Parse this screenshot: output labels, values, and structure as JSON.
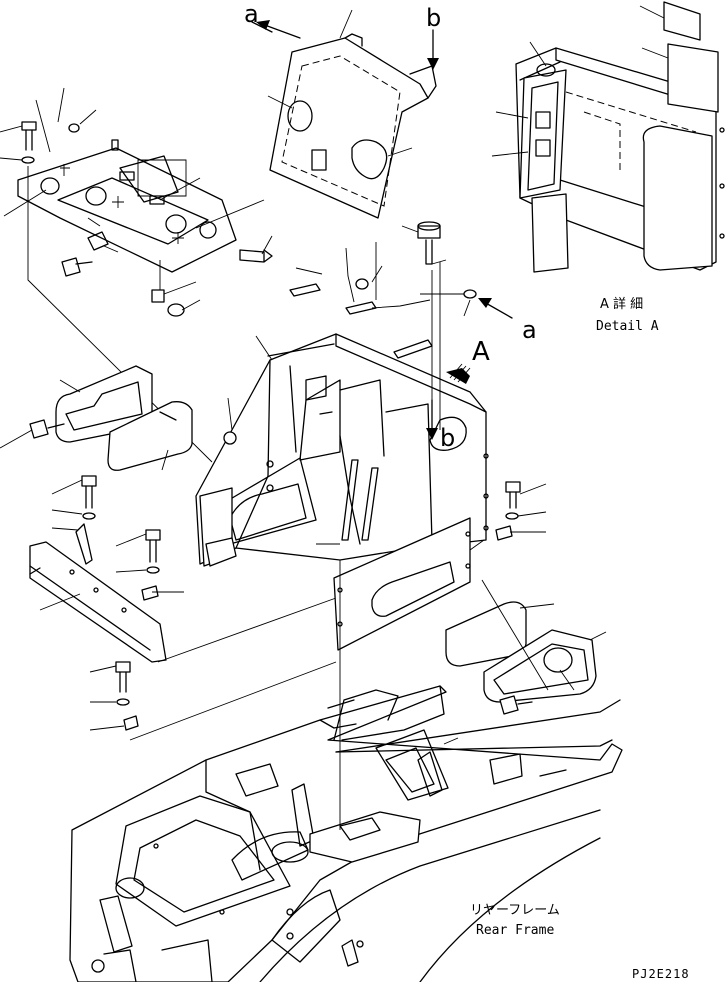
{
  "labels": {
    "ref_a_top": "a",
    "ref_b_top": "b",
    "ref_a_mid": "a",
    "ref_A_arrow": "A",
    "ref_b_mid": "b"
  },
  "detail": {
    "jp": "A 詳 細",
    "en": "Detail A"
  },
  "rear_frame": {
    "jp": "リヤーフレーム",
    "en": "Rear Frame"
  },
  "drawing_code": "PJ2E218"
}
